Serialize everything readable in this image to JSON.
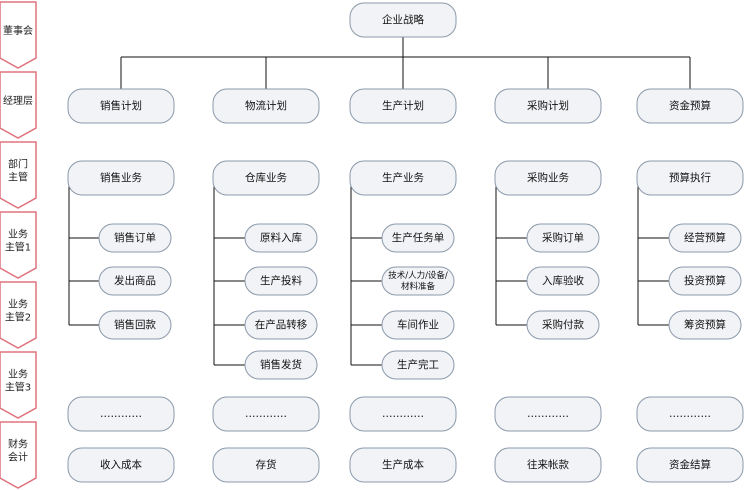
{
  "levels": [
    {
      "id": "board",
      "lines": [
        "董事会"
      ]
    },
    {
      "id": "manager",
      "lines": [
        "经理层"
      ]
    },
    {
      "id": "dept",
      "lines": [
        "部门",
        "主管"
      ]
    },
    {
      "id": "biz1",
      "lines": [
        "业务",
        "主管1"
      ]
    },
    {
      "id": "biz2",
      "lines": [
        "业务",
        "主管2"
      ]
    },
    {
      "id": "biz3",
      "lines": [
        "业务",
        "主管3"
      ]
    },
    {
      "id": "finance",
      "lines": [
        "财务",
        "会计"
      ]
    }
  ],
  "strategy": "企业战略",
  "columns": [
    {
      "plan": "销售计划",
      "dept": "销售业务",
      "items": [
        "销售订单",
        "发出商品",
        "销售回款"
      ],
      "ellipsis": "…………",
      "finance": "收入成本"
    },
    {
      "plan": "物流计划",
      "dept": "仓库业务",
      "items": [
        "原料入库",
        "生产投料",
        "在产品转移",
        "销售发货"
      ],
      "ellipsis": "…………",
      "finance": "存货"
    },
    {
      "plan": "生产计划",
      "dept": "生产业务",
      "items": [
        "生产任务单",
        [
          "技术/人力/设备/",
          "材料准备"
        ],
        "车间作业",
        "生产完工"
      ],
      "ellipsis": "…………",
      "finance": "生产成本"
    },
    {
      "plan": "采购计划",
      "dept": "采购业务",
      "items": [
        "采购订单",
        "入库验收",
        "采购付款"
      ],
      "ellipsis": "…………",
      "finance": "往来帐款"
    },
    {
      "plan": "资金预算",
      "dept": "预算执行",
      "items": [
        "经营预算",
        "投资预算",
        "筹资预算"
      ],
      "ellipsis": "…………",
      "finance": "资金结算"
    }
  ]
}
